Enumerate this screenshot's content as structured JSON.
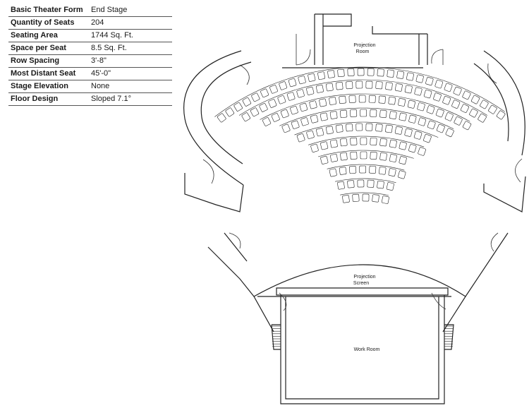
{
  "specs": [
    {
      "label": "Basic Theater Form",
      "value": "End Stage"
    },
    {
      "label": "Quantity of Seats",
      "value": "204"
    },
    {
      "label": "Seating Area",
      "value": "1744 Sq. Ft."
    },
    {
      "label": "Space per Seat",
      "value": "8.5 Sq. Ft."
    },
    {
      "label": "Row Spacing",
      "value": "3'-8\""
    },
    {
      "label": "Most Distant Seat",
      "value": "45'-0\""
    },
    {
      "label": "Stage Elevation",
      "value": "None"
    },
    {
      "label": "Floor Design",
      "value": "Sloped 7.1°"
    }
  ],
  "plan": {
    "projection_room_line1": "Projection",
    "projection_room_line2": "Room",
    "projection_screen_line1": "Projection",
    "projection_screen_line2": "Screen",
    "work_room": "Work Room"
  }
}
